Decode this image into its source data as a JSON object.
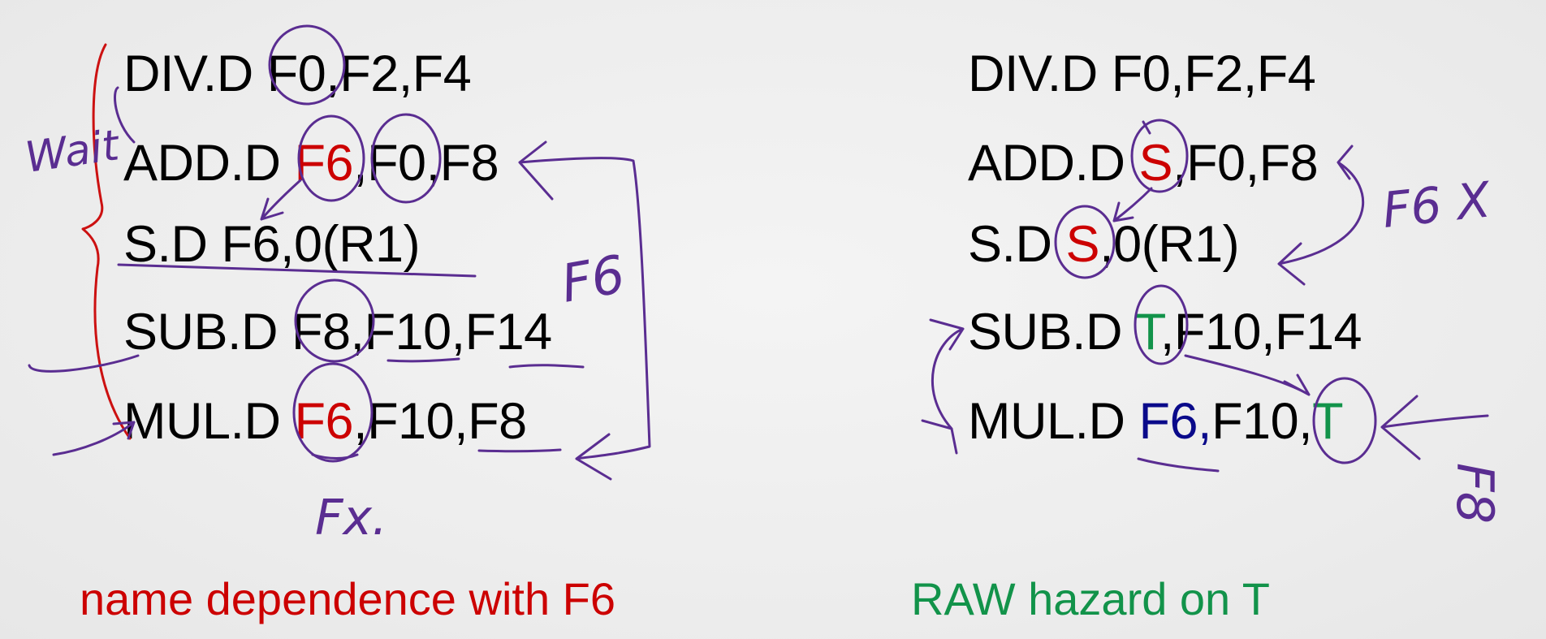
{
  "left": {
    "lines": [
      {
        "segments": [
          {
            "text": "DIV.D F0,F2,F4",
            "color": "default"
          }
        ]
      },
      {
        "segments": [
          {
            "text": "ADD.D ",
            "color": "default"
          },
          {
            "text": "F6",
            "color": "red"
          },
          {
            "text": ",F0,F8",
            "color": "default"
          }
        ]
      },
      {
        "segments": [
          {
            "text": "S.D F6,0(R1)",
            "color": "default"
          }
        ]
      },
      {
        "segments": [
          {
            "text": "SUB.D F8,F10,F14",
            "color": "default"
          }
        ]
      },
      {
        "segments": [
          {
            "text": "MUL.D ",
            "color": "default"
          },
          {
            "text": "F6",
            "color": "red"
          },
          {
            "text": ",F10,F8",
            "color": "default"
          }
        ]
      }
    ],
    "caption": "name dependence with F6"
  },
  "right": {
    "lines": [
      {
        "segments": [
          {
            "text": "DIV.D F0,F2,F4",
            "color": "default"
          }
        ]
      },
      {
        "segments": [
          {
            "text": "ADD.D ",
            "color": "default"
          },
          {
            "text": "S",
            "color": "red"
          },
          {
            "text": ",F0,F8",
            "color": "default"
          }
        ]
      },
      {
        "segments": [
          {
            "text": "S.D ",
            "color": "default"
          },
          {
            "text": "S",
            "color": "red"
          },
          {
            "text": ",0(R1)",
            "color": "default"
          }
        ]
      },
      {
        "segments": [
          {
            "text": "SUB.D ",
            "color": "default"
          },
          {
            "text": "T",
            "color": "green"
          },
          {
            "text": ",F10,F14",
            "color": "default"
          }
        ]
      },
      {
        "segments": [
          {
            "text": "MUL.D ",
            "color": "default"
          },
          {
            "text": "F6,",
            "color": "blue"
          },
          {
            "text": "F10,",
            "color": "default"
          },
          {
            "text": "T",
            "color": "green"
          }
        ]
      }
    ],
    "caption": "RAW hazard on T"
  },
  "annotations": {
    "wait": "Wait",
    "f6_left": "F6",
    "fx": "Fx.",
    "f6x_right": "F6 X",
    "f8_right": "F8"
  },
  "colors": {
    "default": "#000000",
    "red": "#cc0000",
    "green": "#12934a",
    "blue": "#0a0a8a",
    "ink": "#5a2d91",
    "brace": "#cc1111"
  }
}
